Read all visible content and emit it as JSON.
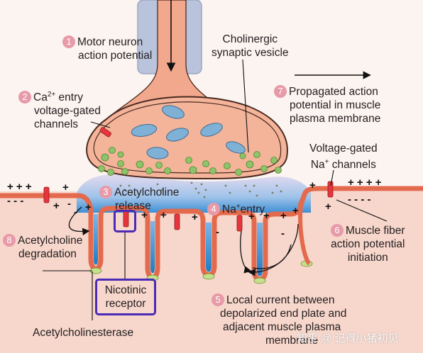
{
  "labels": {
    "step1": {
      "num": "1",
      "line1": "Motor neuron",
      "line2": "action potential"
    },
    "vesicle": {
      "line1": "Cholinergic",
      "line2": "synaptic vesicle"
    },
    "step2": {
      "num": "2",
      "pre": "Ca",
      "sup": "2+",
      "post": " entry",
      "line2": "voltage-gated",
      "line3": "channels"
    },
    "step7": {
      "num": "7",
      "line1": "Propagated action",
      "line2": "potential in muscle",
      "line3": "plasma membrane"
    },
    "nachannels": {
      "line1": "Voltage-gated",
      "pre2": "Na",
      "sup2": "+",
      "post2": " channels"
    },
    "step3": {
      "num": "3",
      "line1": "Acetylcholine",
      "line2": "release"
    },
    "step4": {
      "num": "4",
      "pre": "Na",
      "sup": "+",
      "post": "entry"
    },
    "step8": {
      "num": "8",
      "line1": "Acetylcholine",
      "line2": "degradation"
    },
    "step6": {
      "num": "6",
      "line1": "Muscle fiber",
      "line2": "action potential",
      "line3": "initiation"
    },
    "nicotinic": {
      "line1": "Nicotinic",
      "line2": "receptor"
    },
    "step5": {
      "num": "5",
      "line1": "Local current between",
      "line2": "depolarized end plate and",
      "line3": "adjacent muscle plasma",
      "line4": "membrane"
    },
    "ache": {
      "text": "Acetylcholinesterase"
    }
  },
  "watermark": "知乎 @ 记得小猪初见",
  "colors": {
    "axon": "#b9c4dc",
    "axon_inner": "#f2a88d",
    "terminal": "#f4b49a",
    "muscle": "#f5c7b8",
    "cleft_blue": "#2f8fd0",
    "channel_red": "#e8343c",
    "vesicle_green": "#8fc36a",
    "mito_blue": "#7fb0d6",
    "highlight": "#4b2bb5"
  }
}
